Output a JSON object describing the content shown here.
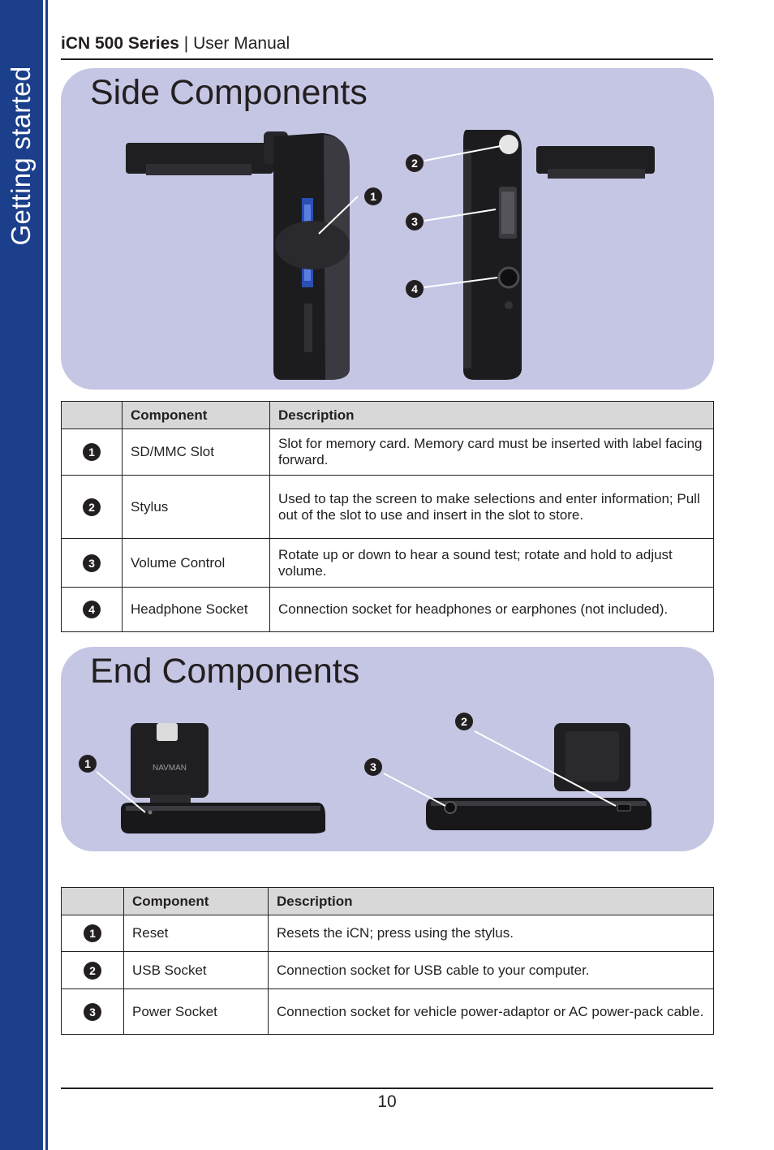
{
  "side_tab": {
    "label": "Getting started"
  },
  "header": {
    "product": "iCN 500 Series",
    "separator": " | ",
    "section": "User Manual"
  },
  "side_panel": {
    "title": "Side Components",
    "callouts": [
      "1",
      "2",
      "3",
      "4"
    ]
  },
  "side_table": {
    "headers": [
      "",
      "Component",
      "Description"
    ],
    "rows": [
      {
        "num": "1",
        "component": "SD/MMC Slot",
        "description": "Slot for memory card. Memory card must be inserted with label facing forward."
      },
      {
        "num": "2",
        "component": "Stylus",
        "description": "Used to tap the screen to make selections and enter information; Pull out of the slot to use and insert in the slot to store."
      },
      {
        "num": "3",
        "component": "Volume Control",
        "description": "Rotate up or down to hear a sound test; rotate and hold to adjust volume."
      },
      {
        "num": "4",
        "component": "Headphone Socket",
        "description": "Connection socket for headphones or earphones (not included)."
      }
    ]
  },
  "end_panel": {
    "title": "End Components",
    "callouts": [
      "1",
      "2",
      "3"
    ],
    "device_logo": "NAVMAN"
  },
  "end_table": {
    "headers": [
      "",
      "Component",
      "Description"
    ],
    "rows": [
      {
        "num": "1",
        "component": "Reset",
        "description": "Resets the iCN; press using the stylus."
      },
      {
        "num": "2",
        "component": "USB Socket",
        "description": "Connection socket for USB cable to your computer."
      },
      {
        "num": "3",
        "component": "Power Socket",
        "description": "Connection socket for vehicle power-adaptor or AC power-pack cable."
      }
    ]
  },
  "footer": {
    "page_number": "10"
  }
}
